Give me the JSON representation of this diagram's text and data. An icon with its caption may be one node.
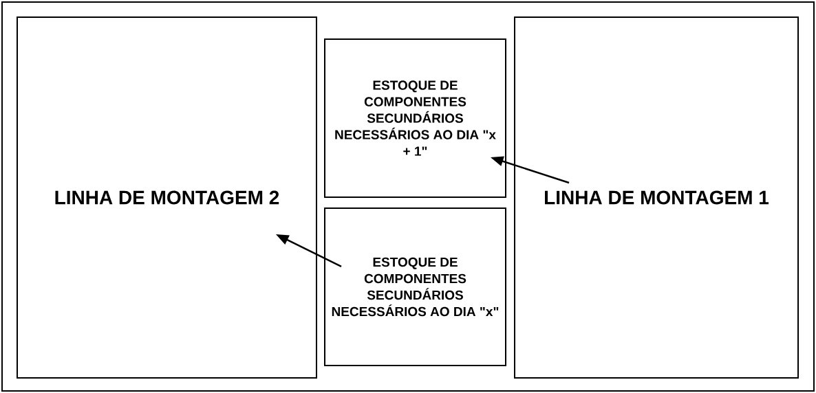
{
  "diagram": {
    "nodes": [
      {
        "text": [
          "LINHA DE MONTAGEM 2"
        ]
      },
      {
        "text": [
          "ESTOQUE DE COMPONENTES SECUNDÁRIOS NECESSÁRIOS AO DIA \"x + 1\""
        ]
      },
      {
        "text": [
          "ESTOQUE DE COMPONENTES SECUNDÁRIOS NECESSÁRIOS AO DIA \"x\""
        ]
      },
      {
        "text": [
          "LINHA DE MONTAGEM 1"
        ]
      }
    ],
    "edges": [
      {
        "from": 3,
        "to": 1,
        "arrow": "to"
      },
      {
        "from": 2,
        "to": 0,
        "arrow": "to"
      }
    ]
  }
}
